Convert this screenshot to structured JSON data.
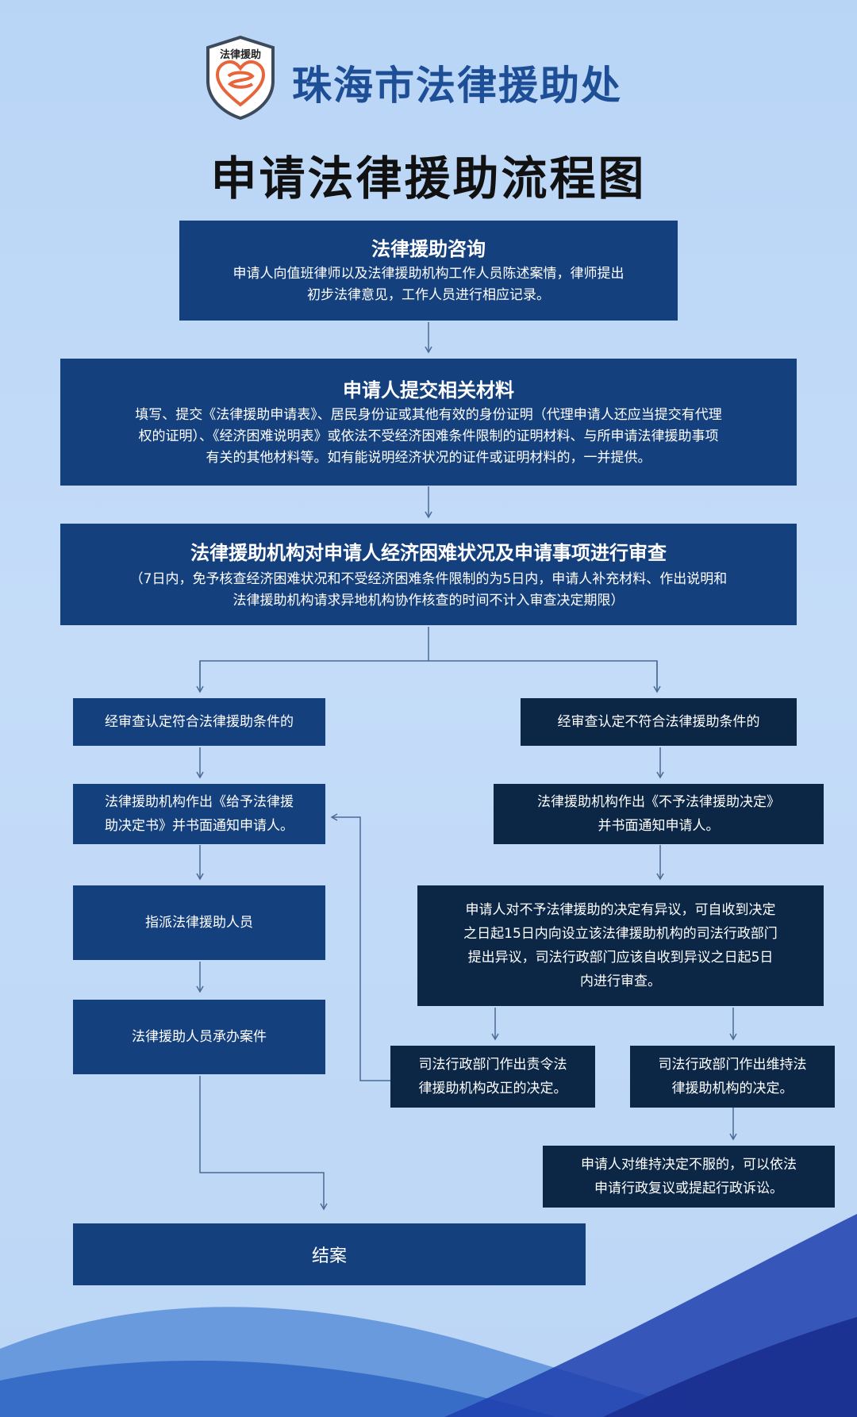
{
  "header": {
    "badge_text": "法律援助",
    "org_name": "珠海市法律援助处",
    "title": "申请法律援助流程图"
  },
  "steps": {
    "consult": {
      "title": "法律援助咨询",
      "desc": [
        "申请人向值班律师以及法律援助机构工作人员陈述案情，律师提出",
        "初步法律意见，工作人员进行相应记录。"
      ]
    },
    "submit": {
      "title": "申请人提交相关材料",
      "desc": [
        "填写、提交《法律援助申请表》、居民身份证或其他有效的身份证明（代理申请人还应当提交有代理",
        "权的证明）、《经济困难说明表》或依法不受经济困难条件限制的证明材料、与所申请法律援助事项",
        "有关的其他材料等。如有能说明经济状况的证件或证明材料的，一并提供。"
      ]
    },
    "review": {
      "title": "法律援助机构对申请人经济困难状况及申请事项进行审查",
      "desc": [
        "（7日内，免予核查经济困难状况和不受经济困难条件限制的为5日内，申请人补充材料、作出说明和",
        "法律援助机构请求异地机构协作核查的时间不计入审查决定期限）"
      ]
    }
  },
  "left_branch": {
    "qualified": "经审查认定符合法律援助条件的",
    "grant_notice": [
      "法律援助机构作出《给予法律援",
      "助决定书》并书面通知申请人。"
    ],
    "assign": "指派法律援助人员",
    "handle": "法律援助人员承办案件"
  },
  "right_branch": {
    "not_qualified": "经审查认定不符合法律援助条件的",
    "deny_notice": [
      "法律援助机构作出《不予法律援助决定》",
      "并书面通知申请人。"
    ],
    "objection": [
      "申请人对不予法律援助的决定有异议，可自收到决定",
      "之日起15日内向设立该法律援助机构的司法行政部门",
      "提出异议，司法行政部门应该自收到异议之日起5日",
      "内进行审查。"
    ],
    "order_correct": [
      "司法行政部门作出责令法",
      "律援助机构改正的决定。"
    ],
    "uphold": [
      "司法行政部门作出维持法",
      "律援助机构的决定。"
    ],
    "appeal": [
      "申请人对维持决定不服的，可以依法",
      "申请行政复议或提起行政诉讼。"
    ]
  },
  "end": {
    "label": "结案"
  },
  "colors": {
    "background": "#bcd6f5",
    "box_blue": "#15407e",
    "box_navy": "#0c2646",
    "title_blue": "#1e4e96",
    "badge_orange": "#e8643a"
  }
}
